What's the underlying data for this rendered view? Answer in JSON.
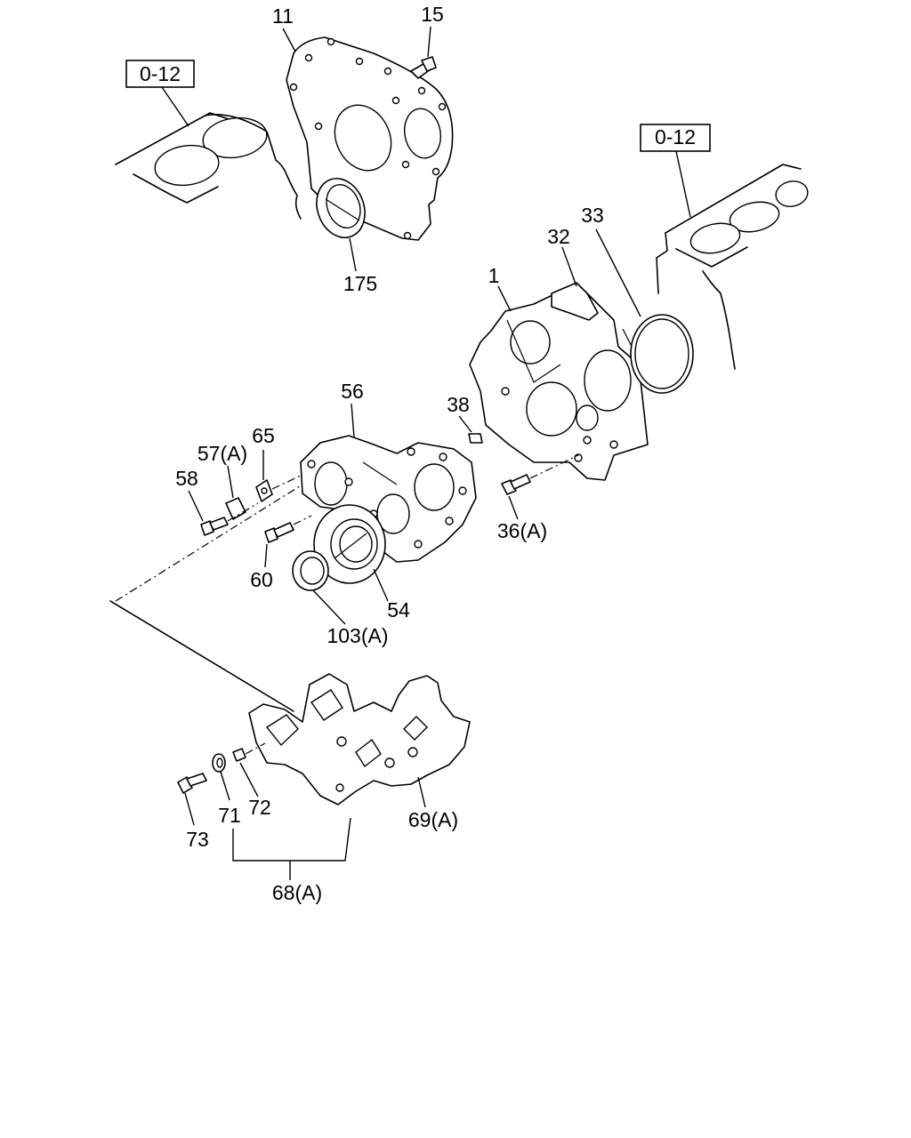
{
  "diagram": {
    "references": [
      "0-12",
      "0-12"
    ],
    "callouts": {
      "p11": "11",
      "p15": "15",
      "p175": "175",
      "p1": "1",
      "p32": "32",
      "p33": "33",
      "p56": "56",
      "p38": "38",
      "p65": "65",
      "p57": "57(A)",
      "p58": "58",
      "p36": "36(A)",
      "p60": "60",
      "p54": "54",
      "p103": "103(A)",
      "p73": "73",
      "p71": "71",
      "p72": "72",
      "p69": "69(A)",
      "p68": "68(A)"
    }
  }
}
